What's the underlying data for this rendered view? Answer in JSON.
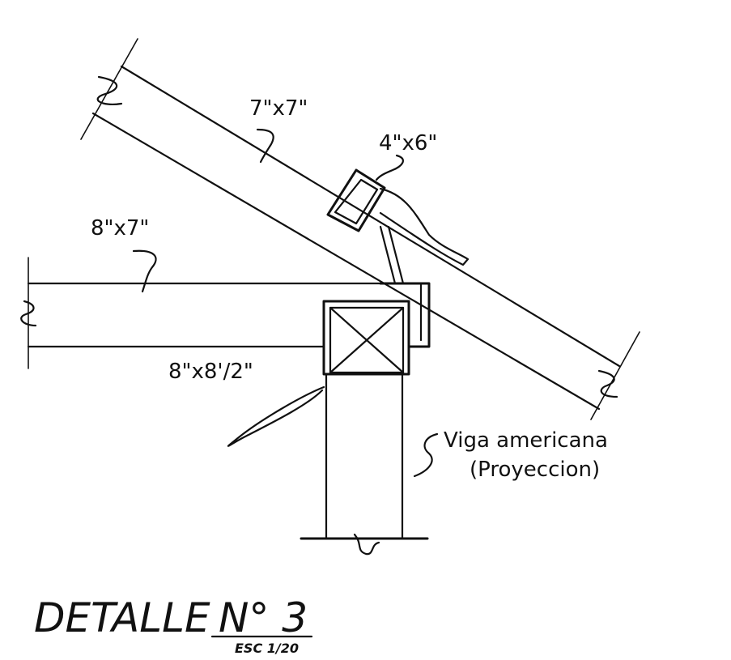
{
  "labels": {
    "rafter_size": "7\"x7\"",
    "purlin_size": "4\"x6\"",
    "beam_size": "8\"x7\"",
    "post_size": "8\"x8'/2\"",
    "viga_line1": "Viga americana",
    "viga_line2": "(Proyeccion)"
  },
  "title": {
    "main": "DETALLE",
    "number": "N° 3",
    "scale": "ESC 1/20"
  }
}
